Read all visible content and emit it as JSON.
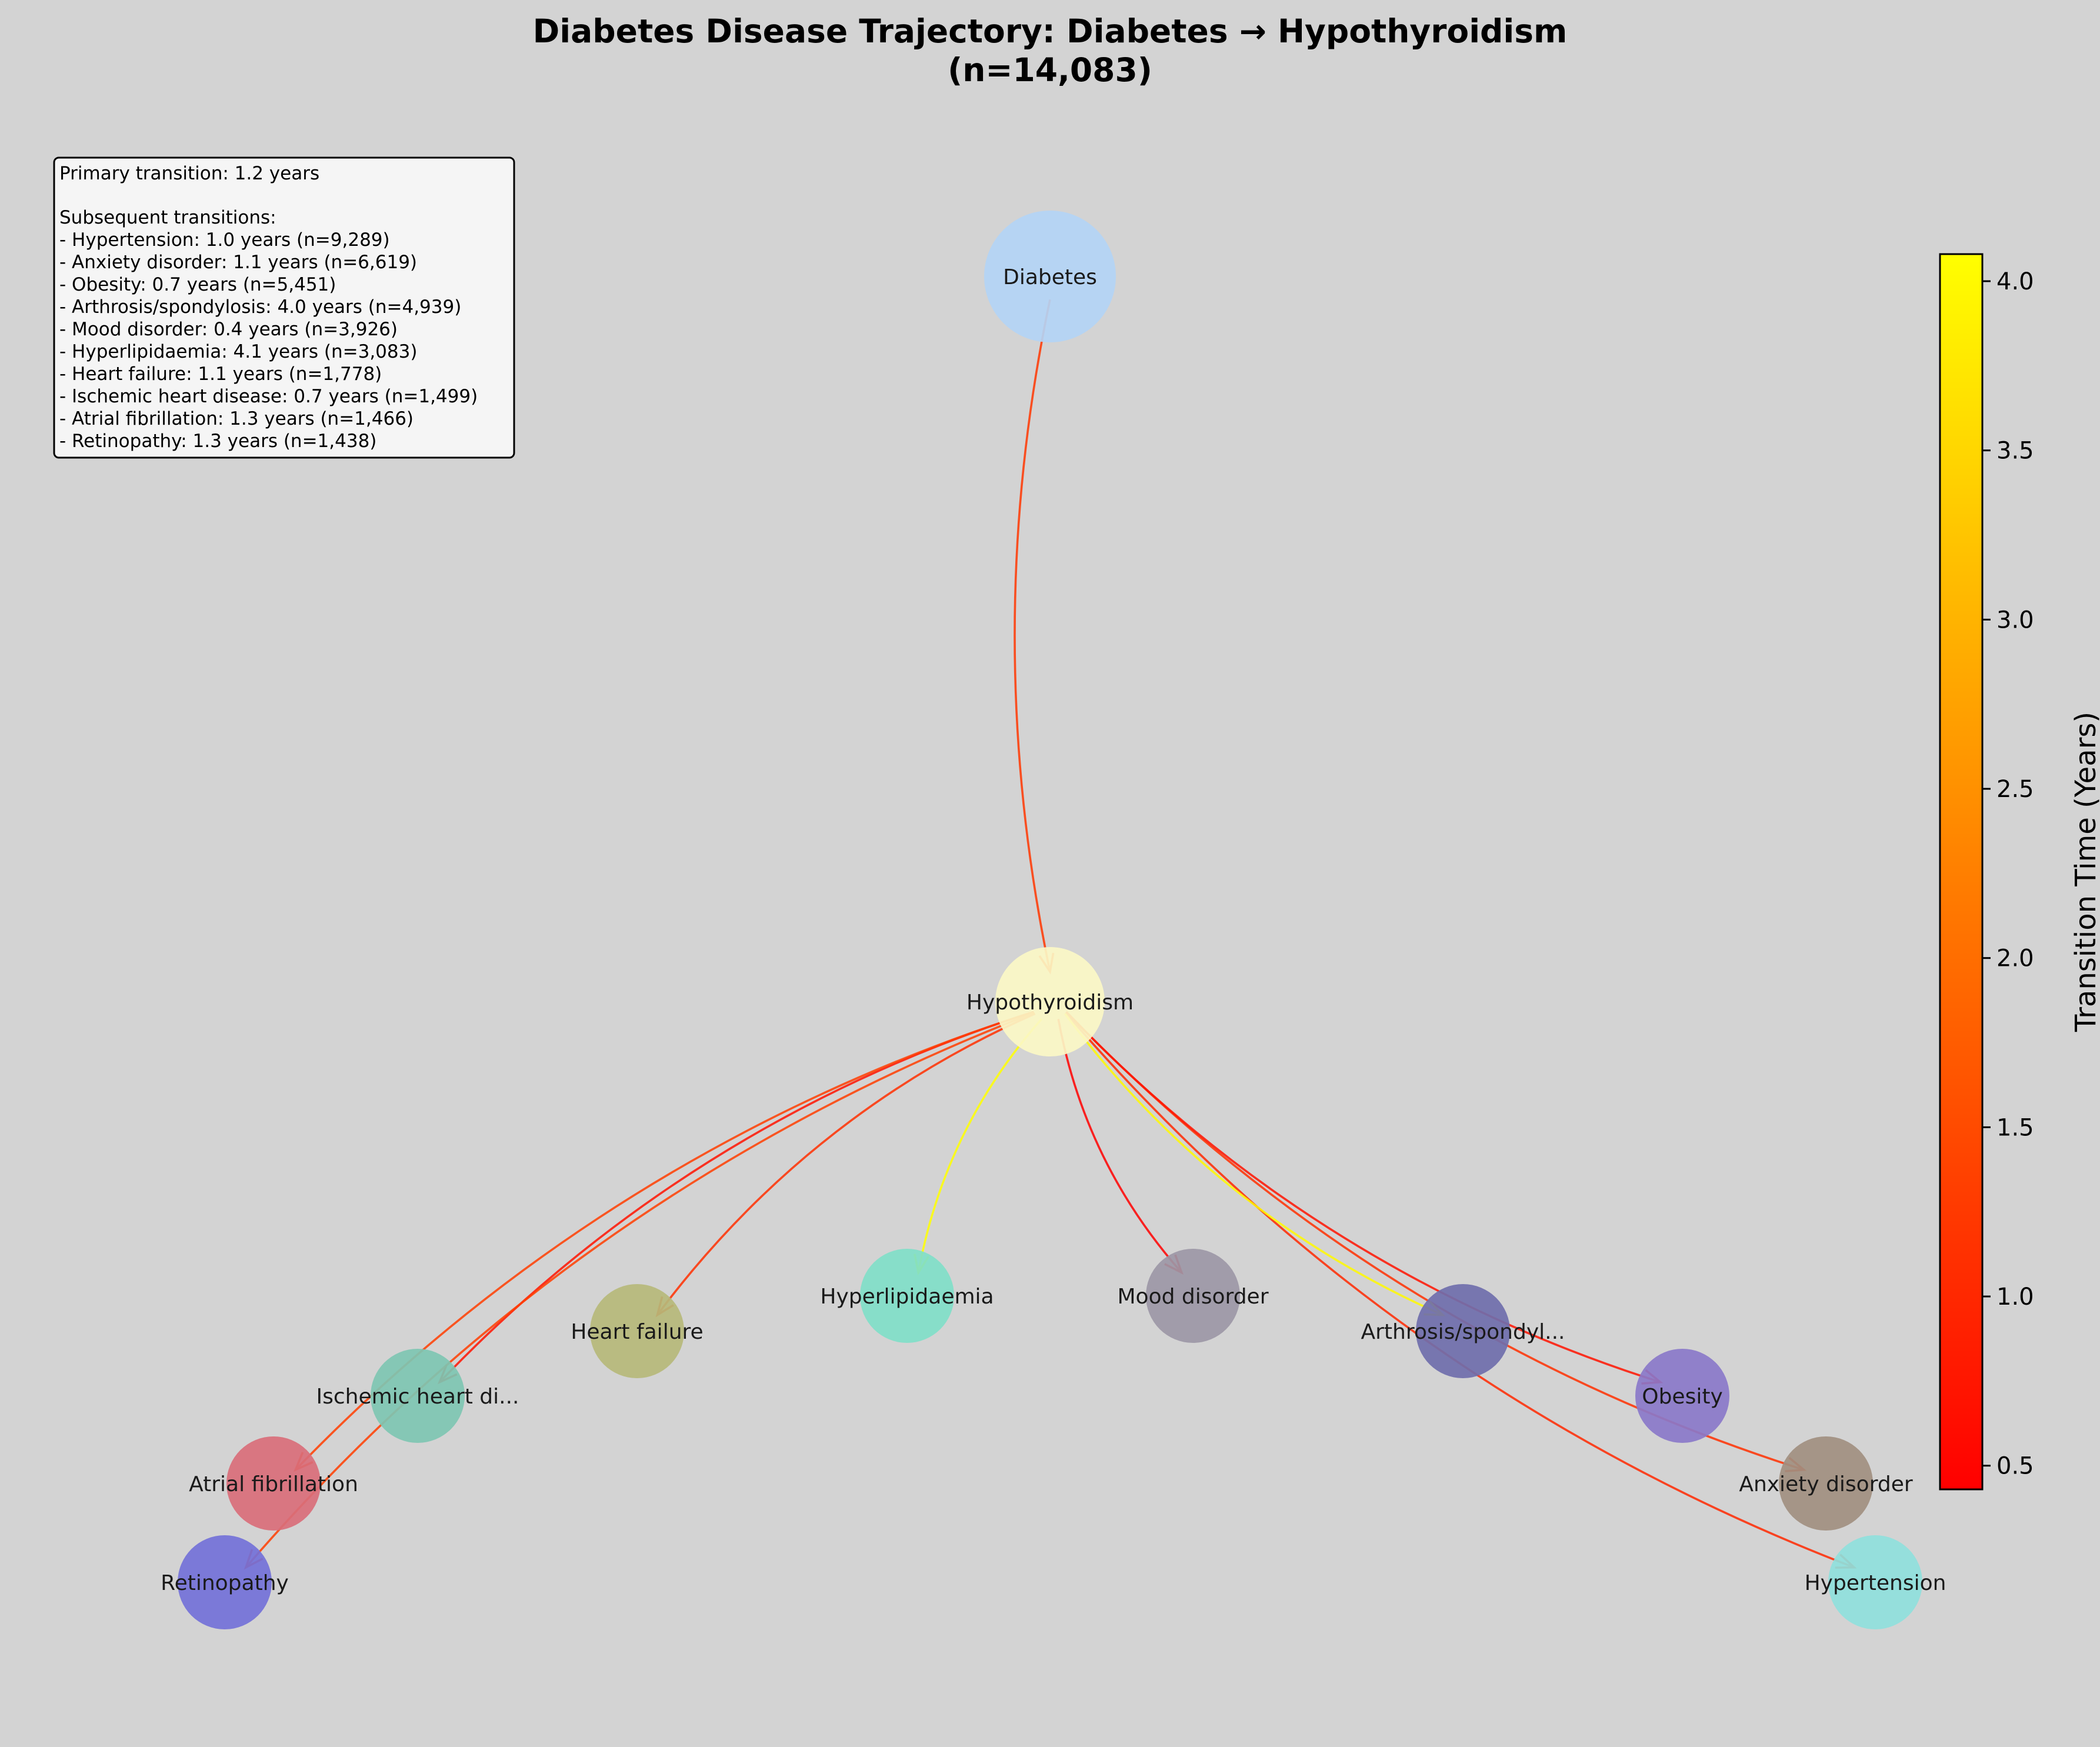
{
  "title": {
    "line1": "Diabetes Disease Trajectory: Diabetes → Hypothyroidism",
    "line2": "(n=14,083)"
  },
  "info_box": {
    "primary": "Primary transition: 1.2 years",
    "subsequent_header": "Subsequent transitions:",
    "lines": [
      "- Hypertension: 1.0 years (n=9,289)",
      "- Anxiety disorder: 1.1 years (n=6,619)",
      "- Obesity: 0.7 years (n=5,451)",
      "- Arthrosis/spondylosis: 4.0 years (n=4,939)",
      "- Mood disorder: 0.4 years (n=3,926)",
      "- Hyperlipidaemia: 4.1 years (n=3,083)",
      "- Heart failure: 1.1 years (n=1,778)",
      "- Ischemic heart disease: 0.7 years (n=1,499)",
      "- Atrial fibrillation: 1.3 years (n=1,466)",
      "- Retinopathy: 1.3 years (n=1,438)"
    ]
  },
  "nodes": [
    {
      "id": "diabetes",
      "label": "Diabetes",
      "color": "#b3d4f5"
    },
    {
      "id": "hypothyroidism",
      "label": "Hypothyroidism",
      "color": "#fbf7c6"
    },
    {
      "id": "hyperlipidaemia",
      "label": "Hyperlipidaemia",
      "color": "#80dec8"
    },
    {
      "id": "mood",
      "label": "Mood disorder",
      "color": "#9c97a6"
    },
    {
      "id": "heart_failure",
      "label": "Heart failure",
      "color": "#b6b879"
    },
    {
      "id": "arthrosis",
      "label": "Arthrosis/spondyl...",
      "color": "#6f6eab"
    },
    {
      "id": "ischemic",
      "label": "Ischemic heart di...",
      "color": "#7ec6b2"
    },
    {
      "id": "obesity",
      "label": "Obesity",
      "color": "#8a78c9"
    },
    {
      "id": "atrial",
      "label": "Atrial fibrillation",
      "color": "#d96e7a"
    },
    {
      "id": "anxiety",
      "label": "Anxiety disorder",
      "color": "#a18f80"
    },
    {
      "id": "retinopathy",
      "label": "Retinopathy",
      "color": "#7371d8"
    },
    {
      "id": "hypertension",
      "label": "Hypertension",
      "color": "#8fdfdc"
    }
  ],
  "edges": [
    {
      "from": "diabetes",
      "to": "hypothyroidism",
      "years": 1.2,
      "n": 14083
    },
    {
      "from": "hypothyroidism",
      "to": "hypertension",
      "years": 1.0,
      "n": 9289
    },
    {
      "from": "hypothyroidism",
      "to": "anxiety",
      "years": 1.1,
      "n": 6619
    },
    {
      "from": "hypothyroidism",
      "to": "obesity",
      "years": 0.7,
      "n": 5451
    },
    {
      "from": "hypothyroidism",
      "to": "arthrosis",
      "years": 4.0,
      "n": 4939
    },
    {
      "from": "hypothyroidism",
      "to": "mood",
      "years": 0.4,
      "n": 3926
    },
    {
      "from": "hypothyroidism",
      "to": "hyperlipidaemia",
      "years": 4.1,
      "n": 3083
    },
    {
      "from": "hypothyroidism",
      "to": "heart_failure",
      "years": 1.1,
      "n": 1778
    },
    {
      "from": "hypothyroidism",
      "to": "ischemic",
      "years": 0.7,
      "n": 1499
    },
    {
      "from": "hypothyroidism",
      "to": "atrial",
      "years": 1.3,
      "n": 1466
    },
    {
      "from": "hypothyroidism",
      "to": "retinopathy",
      "years": 1.3,
      "n": 1438
    }
  ],
  "colorbar": {
    "label": "Transition Time (Years)",
    "range": [
      0.43,
      4.08
    ],
    "ticks": [
      "0.5",
      "1.0",
      "1.5",
      "2.0",
      "2.5",
      "3.0",
      "3.5",
      "4.0"
    ],
    "colormap": "autumn"
  }
}
